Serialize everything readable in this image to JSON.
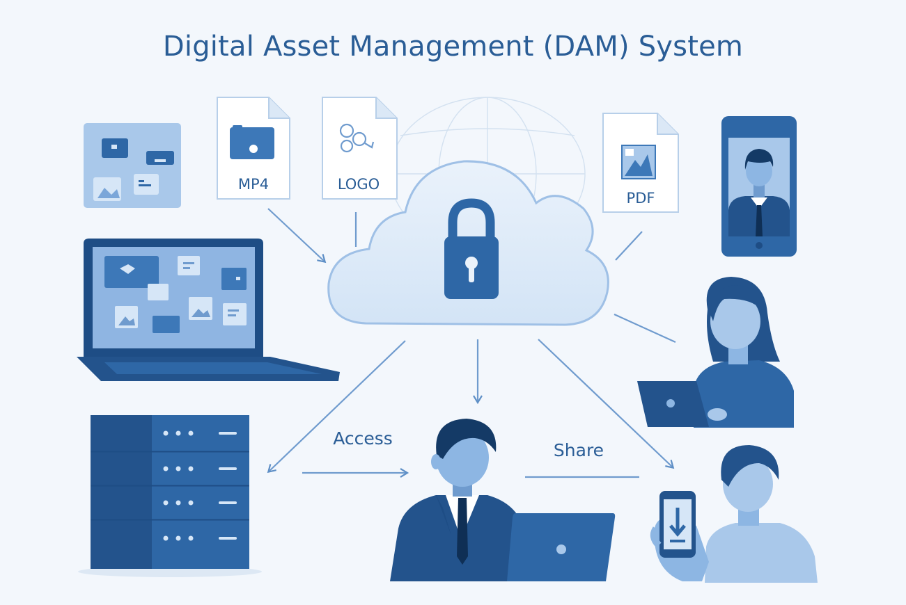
{
  "diagram": {
    "title": "Digital Asset Management (DAM) System",
    "file_icons": [
      {
        "name": "mp4-file",
        "label": "MP4"
      },
      {
        "name": "logo-file",
        "label": "LOGO"
      },
      {
        "name": "pdf-file",
        "label": "PDF"
      }
    ],
    "edge_labels": {
      "access": "Access",
      "share": "Share"
    },
    "colors": {
      "primary": "#2e67a6",
      "dark": "#23538c",
      "light": "#a9c8ea",
      "pale": "#d6e6f7",
      "background": "#f3f7fc",
      "text": "#2a5d96"
    }
  }
}
